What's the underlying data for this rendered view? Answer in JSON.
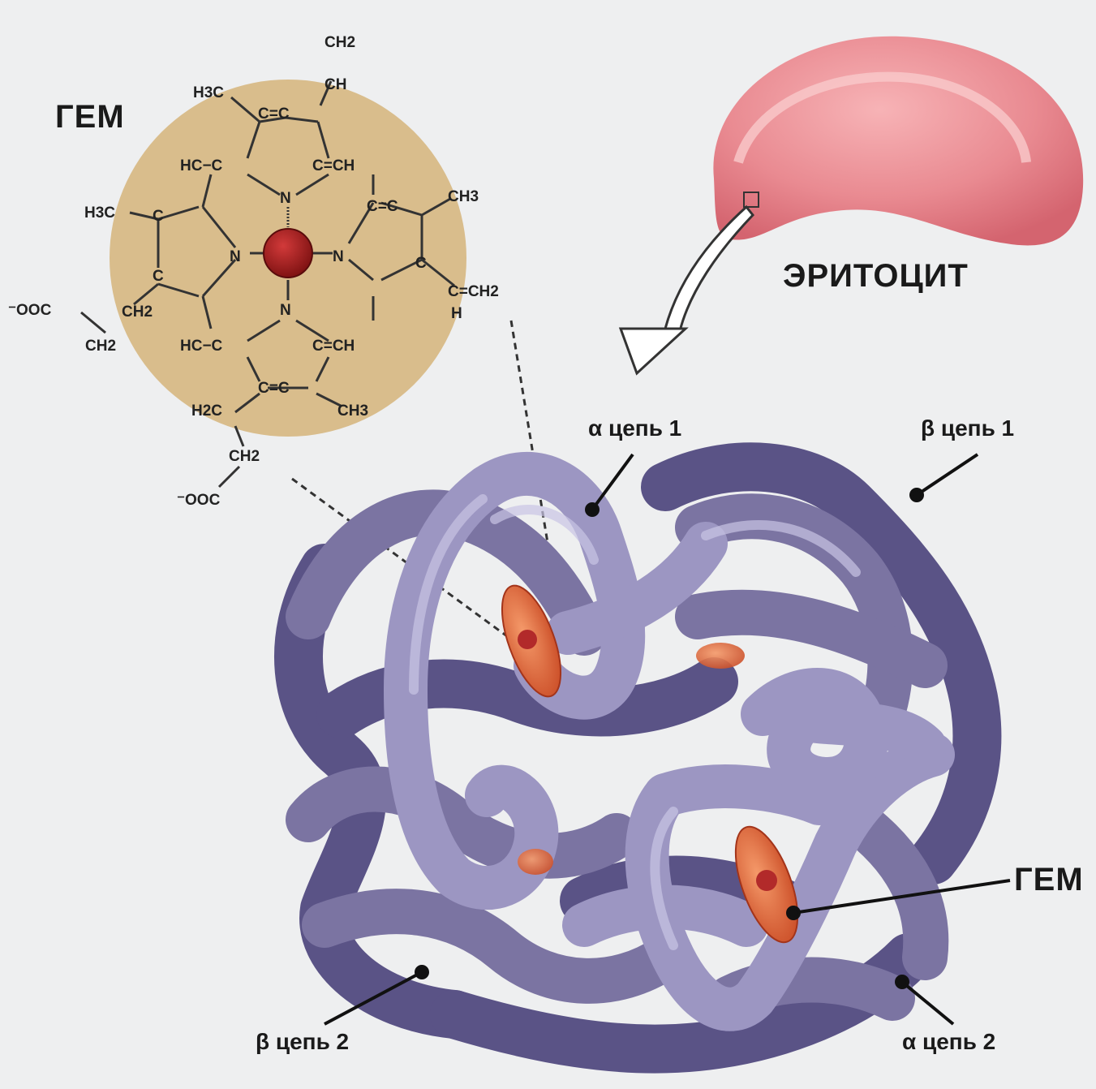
{
  "labels": {
    "heme_title": "ГЕМ",
    "erythrocyte": "ЭРИТОЦИТ",
    "alpha1": "α цепь 1",
    "beta1": "β цепь 1",
    "beta2": "β цепь 2",
    "alpha2": "α цепь 2",
    "heme_pointer": "ГЕМ"
  },
  "heme_formula": {
    "ch2_top": "CH2",
    "ch_top": "CH",
    "h3c_top": "H3C",
    "cc_top": "C=C",
    "hc_left1": "HC−C",
    "c_ch_right1": "C=CH",
    "n_top": "N",
    "h3c_left": "H3C",
    "c_left": "C",
    "c_left2": "C",
    "c_ch3_right": "C=C",
    "ch3_right": "CH3",
    "n_left": "N",
    "n_right": "N",
    "c_right_mid": "C",
    "c_eq_ch2": "C=CH2",
    "h_right": "H",
    "coo_left": "⁻OOC",
    "ch2_left_a": "CH2",
    "ch2_left_b": "CH2",
    "n_bottom": "N",
    "hc_bottom": "HC−C",
    "c_ch_bottom": "C=CH",
    "cc_bottom": "C=C",
    "h2c_bottom": "H2C",
    "ch3_bottom": "CH3",
    "ch2_bottom": "CH2",
    "coo_bottom": "⁻OOC",
    "fe": "Fe"
  },
  "colors": {
    "background": "#eeeff0",
    "heme_disc": "#d9bd8c",
    "iron": "#9c1b1b",
    "erythrocyte": "#e98a91",
    "protein": "#7b74a2",
    "protein_light": "#a9a3c8",
    "heme_group": "#e06a3c"
  }
}
